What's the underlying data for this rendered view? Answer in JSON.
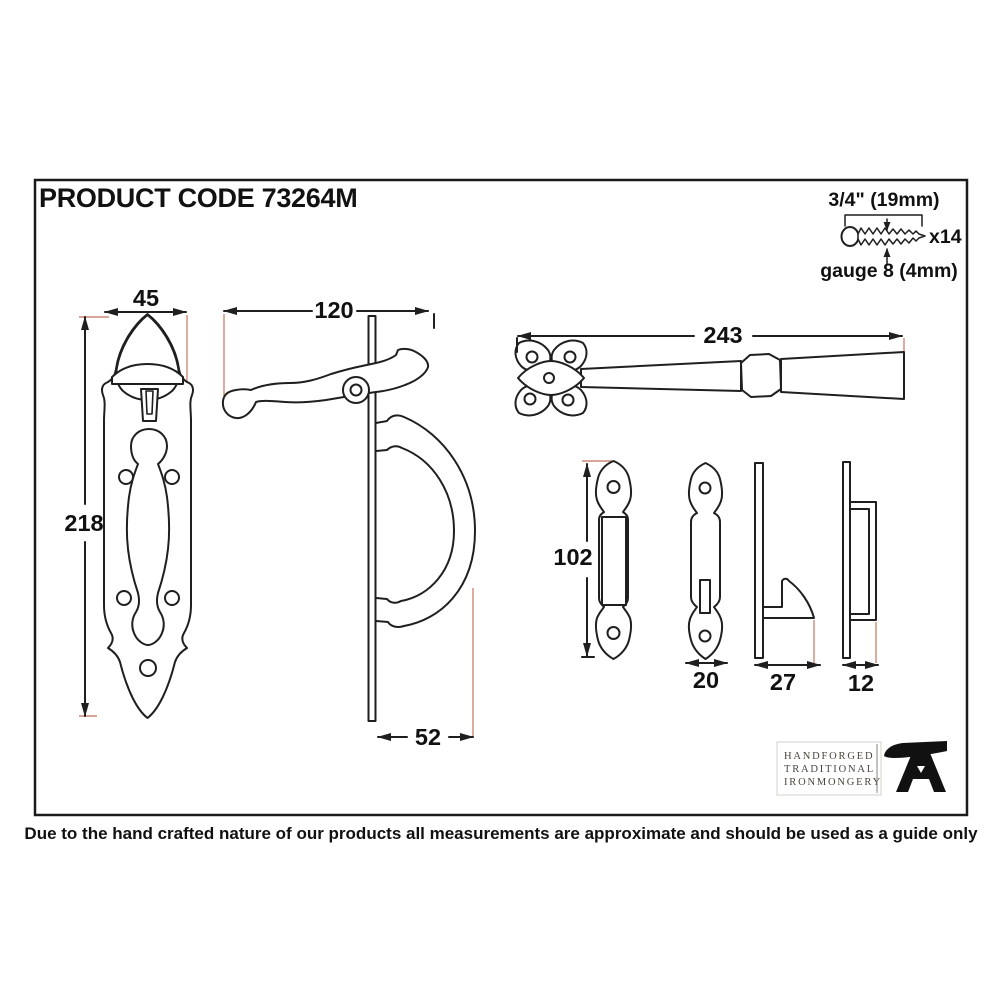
{
  "sheet": {
    "product_code": "PRODUCT CODE 73264M",
    "disclaimer": "Due to the hand crafted nature of our products all measurements are approximate and should be used as a guide only"
  },
  "screw": {
    "length": "3/4\" (19mm)",
    "quantity": "x14",
    "gauge": "gauge 8 (4mm)"
  },
  "dimensions_mm": {
    "handle_plate_width": "45",
    "handle_plate_height": "218",
    "latch_overall_width": "120",
    "handle_projection": "52",
    "latch_bar_length": "243",
    "keep_plate_height": "102",
    "keep_plate_width": "20",
    "keep_projection": "27",
    "staple_width": "12"
  },
  "logo": {
    "line1": "HANDFORGED",
    "line2": "TRADITIONAL",
    "line3": "IRONMONGERY"
  },
  "colors": {
    "line": "#1f1f1f",
    "extension": "#cc8877",
    "frame": "#1a1a1a",
    "text": "#111111",
    "logo_text": "#4a443c"
  }
}
